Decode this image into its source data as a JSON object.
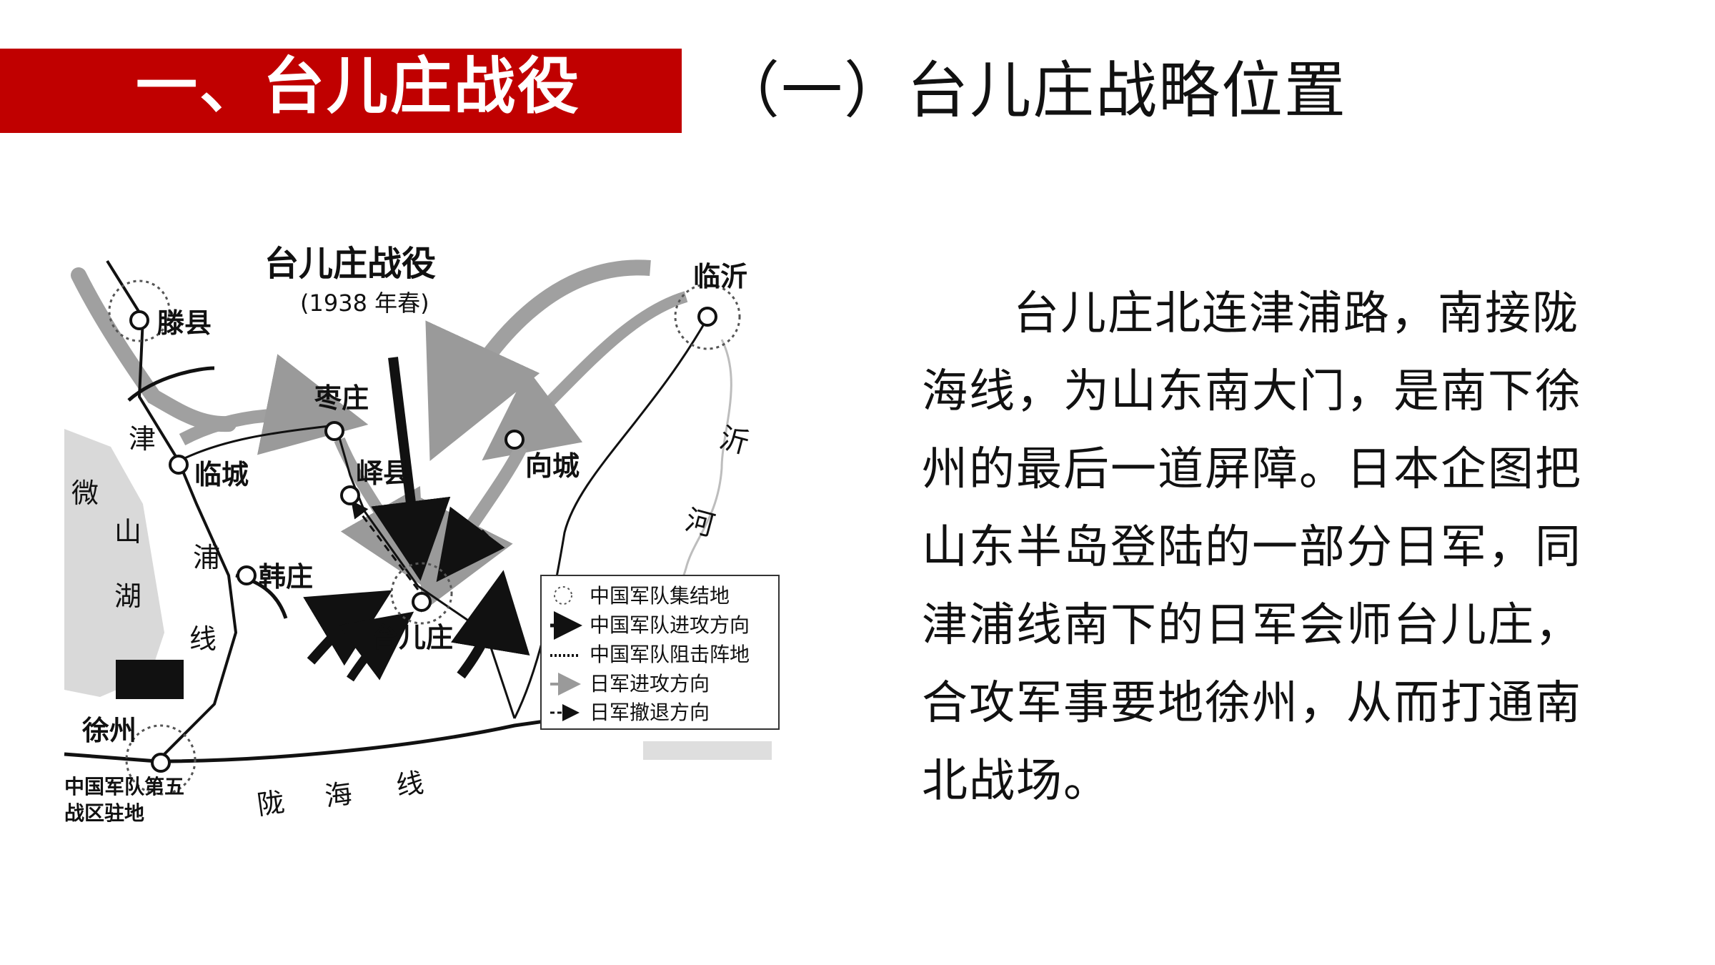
{
  "header": {
    "section_title": "一、台儿庄战役",
    "subsection_title": "（一）台儿庄战略位置"
  },
  "map": {
    "title": "台儿庄战役",
    "subtitle": "(1938 年春)",
    "places": {
      "tengxian": "滕县",
      "linyi": "临沂",
      "zaozhuang": "枣庄",
      "yixian": "峄县",
      "xiangcheng": "向城",
      "lincheng": "临城",
      "hanzhuang": "韩庄",
      "taierzhuang": "台儿庄",
      "xuzhou": "徐州",
      "hq_line1": "中国军队第五",
      "hq_line2": "战区驻地"
    },
    "water": {
      "weishan": [
        "微",
        "山",
        "湖"
      ],
      "yihe": [
        "沂",
        "河"
      ]
    },
    "railways": {
      "jinpu": [
        "津",
        "浦",
        "线"
      ],
      "longhai": [
        "陇",
        "海",
        "线"
      ]
    },
    "legend": [
      "中国军队集结地",
      "中国军队进攻方向",
      "中国军队阻击阵地",
      "日军进攻方向",
      "日军撤退方向"
    ]
  },
  "body": {
    "paragraph": "台儿庄北连津浦路，南接陇海线，为山东南大门，是南下徐州的最后一道屏障。日本企图把山东半岛登陆的一部分日军，同津浦线南下的日军会师台儿庄，合攻军事要地徐州，从而打通南北战场。"
  },
  "colors": {
    "banner": "#c00000",
    "banner_text": "#ffffff",
    "text": "#111111",
    "japanese_arrow": "#9a9a9a",
    "chinese_arrow": "#111111"
  }
}
